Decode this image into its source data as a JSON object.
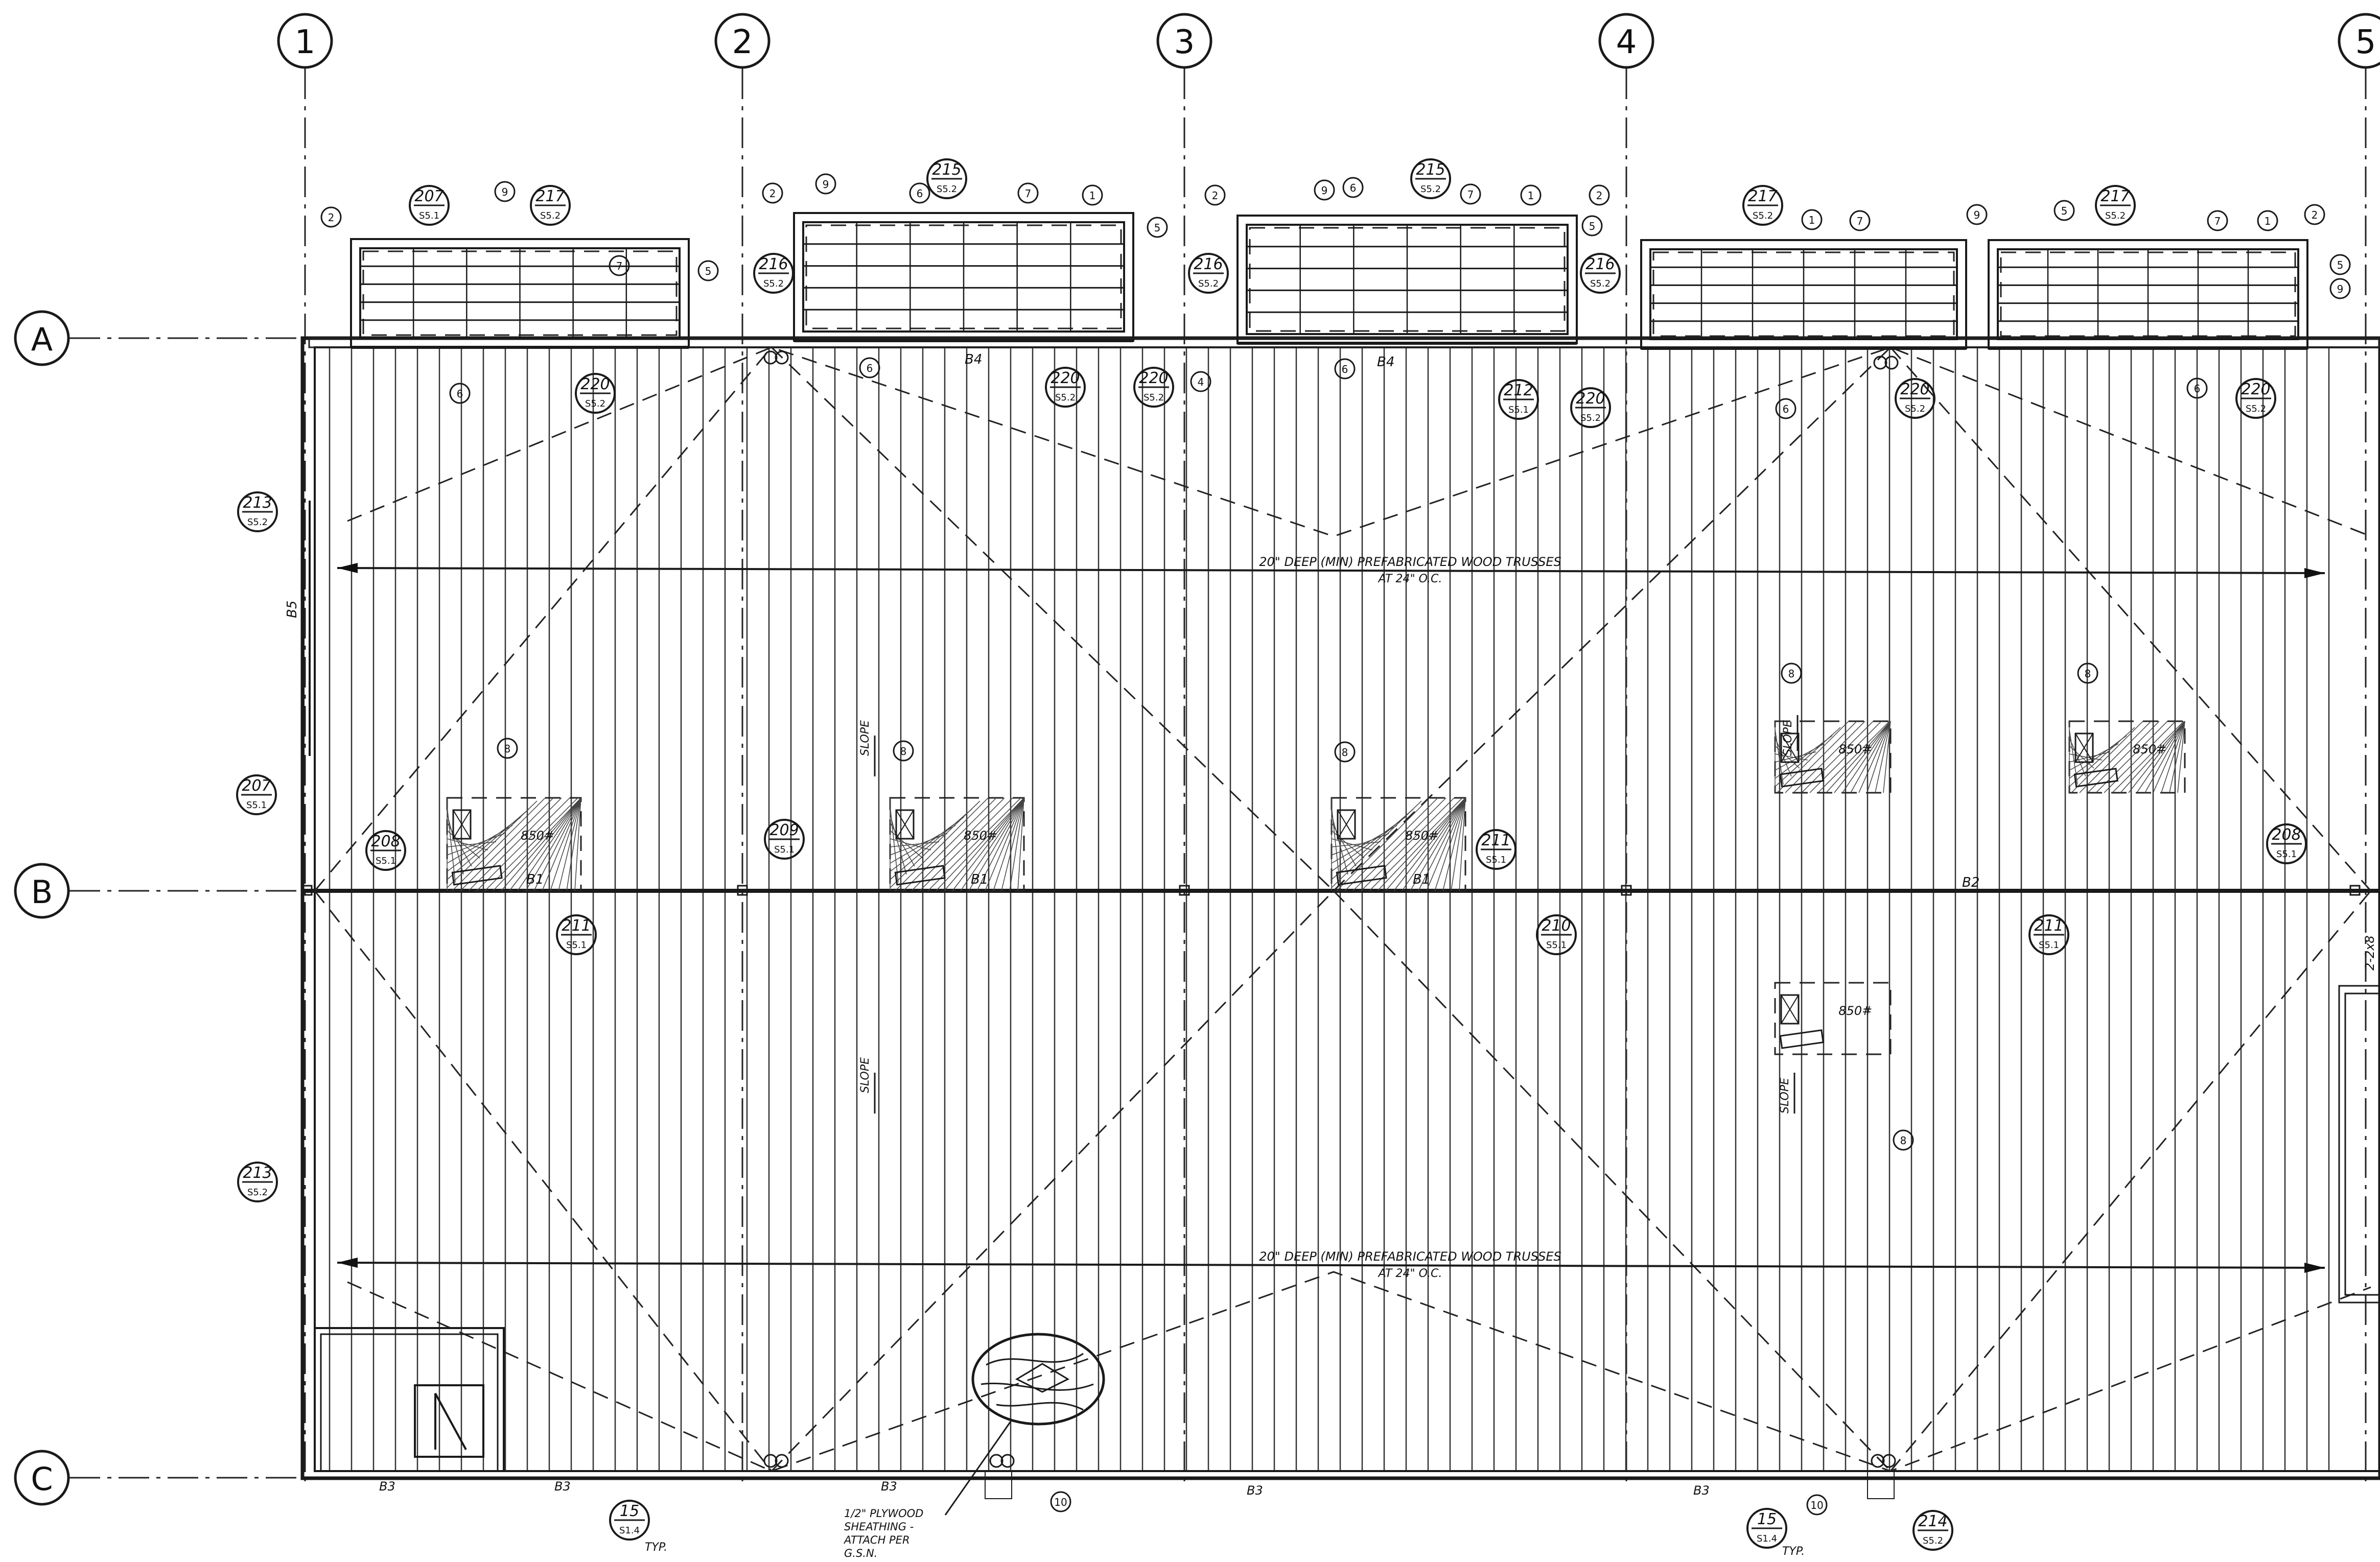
{
  "grid": {
    "columns": [
      "1",
      "2",
      "3",
      "4",
      "5"
    ],
    "rows": [
      "A",
      "B",
      "C"
    ]
  },
  "notes": {
    "trusses_top": "20\" DEEP (MIN) PREFABRICATED WOOD TRUSSES",
    "trusses_top_sub": "AT 24\" O.C.",
    "trusses_bottom": "20\" DEEP (MIN) PREFABRICATED WOOD TRUSSES",
    "trusses_bottom_sub": "AT 24\" O.C.",
    "plywood": [
      "1/2\" PLYWOOD",
      "SHEATHING -",
      "ATTACH PER",
      "G.S.N."
    ],
    "slope": "SLOPE",
    "unit_load": "850#",
    "typ": "TYP.",
    "side_label": "2-2x8"
  },
  "beams": [
    "B1",
    "B2",
    "B3",
    "B4",
    "B5"
  ],
  "section_refs": [
    {
      "num": "207",
      "sheet": "S5.1"
    },
    {
      "num": "217",
      "sheet": "S5.2"
    },
    {
      "num": "215",
      "sheet": "S5.2"
    },
    {
      "num": "216",
      "sheet": "S5.2"
    },
    {
      "num": "220",
      "sheet": "S5.2"
    },
    {
      "num": "212",
      "sheet": "S5.1"
    },
    {
      "num": "213",
      "sheet": "S5.2"
    },
    {
      "num": "208",
      "sheet": "S5.1"
    },
    {
      "num": "209",
      "sheet": "S5.1"
    },
    {
      "num": "211",
      "sheet": "S5.1"
    },
    {
      "num": "210",
      "sheet": "S5.1"
    },
    {
      "num": "15",
      "sheet": "S1.4"
    },
    {
      "num": "214",
      "sheet": "S5.2"
    }
  ],
  "keynotes": [
    "1",
    "2",
    "4",
    "5",
    "6",
    "7",
    "8",
    "9",
    "10"
  ]
}
